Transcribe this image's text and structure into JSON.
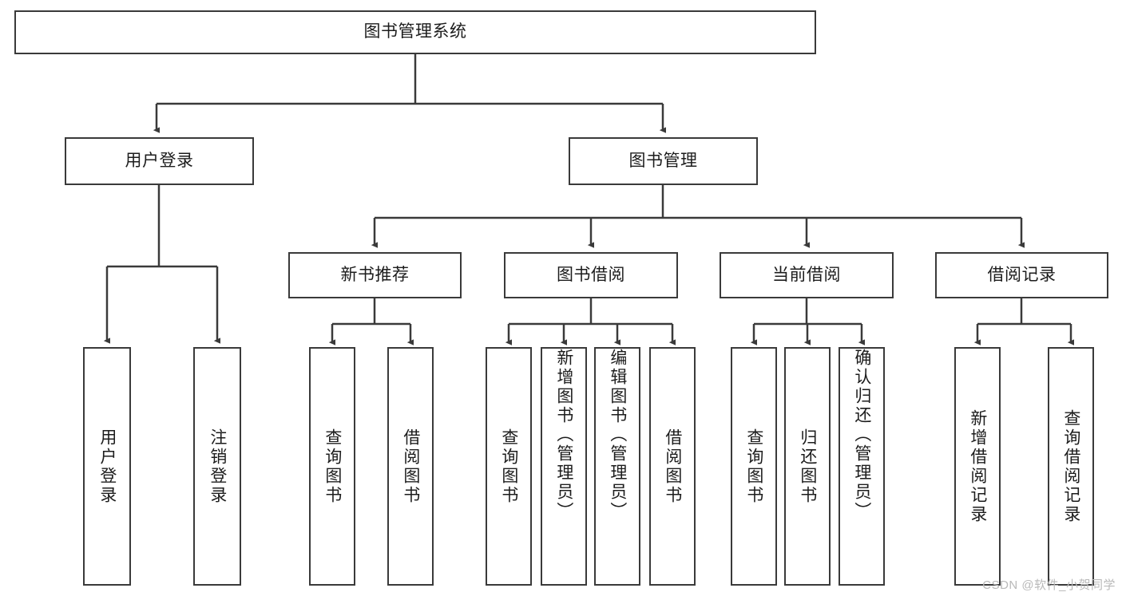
{
  "diagram": {
    "title_node": {
      "label": "图书管理系统"
    },
    "level1": [
      {
        "label": "用户登录"
      },
      {
        "label": "图书管理"
      }
    ],
    "level2": [
      {
        "label": "新书推荐"
      },
      {
        "label": "图书借阅"
      },
      {
        "label": "当前借阅"
      },
      {
        "label": "借阅记录"
      }
    ],
    "leaves": {
      "user_login": [
        {
          "label": "用户登录"
        },
        {
          "label": "注销登录"
        }
      ],
      "new_book_recommend": [
        {
          "label": "查询图书"
        },
        {
          "label": "借阅图书"
        }
      ],
      "book_borrow": [
        {
          "label": "查询图书"
        },
        {
          "label": "新增图书（管理员）"
        },
        {
          "label": "编辑图书（管理员）"
        },
        {
          "label": "借阅图书"
        }
      ],
      "current_borrow": [
        {
          "label": "查询图书"
        },
        {
          "label": "归还图书"
        },
        {
          "label": "确认归还（管理员）"
        }
      ],
      "borrow_record": [
        {
          "label": "新增借阅记录"
        },
        {
          "label": "查询借阅记录"
        }
      ]
    }
  },
  "watermark": {
    "text": "CSDN @软件_小贺同学"
  },
  "colors": {
    "stroke": "#3a3a3a",
    "background": "#ffffff",
    "text": "#1c1c1c",
    "watermark": "#b9b9b9"
  }
}
